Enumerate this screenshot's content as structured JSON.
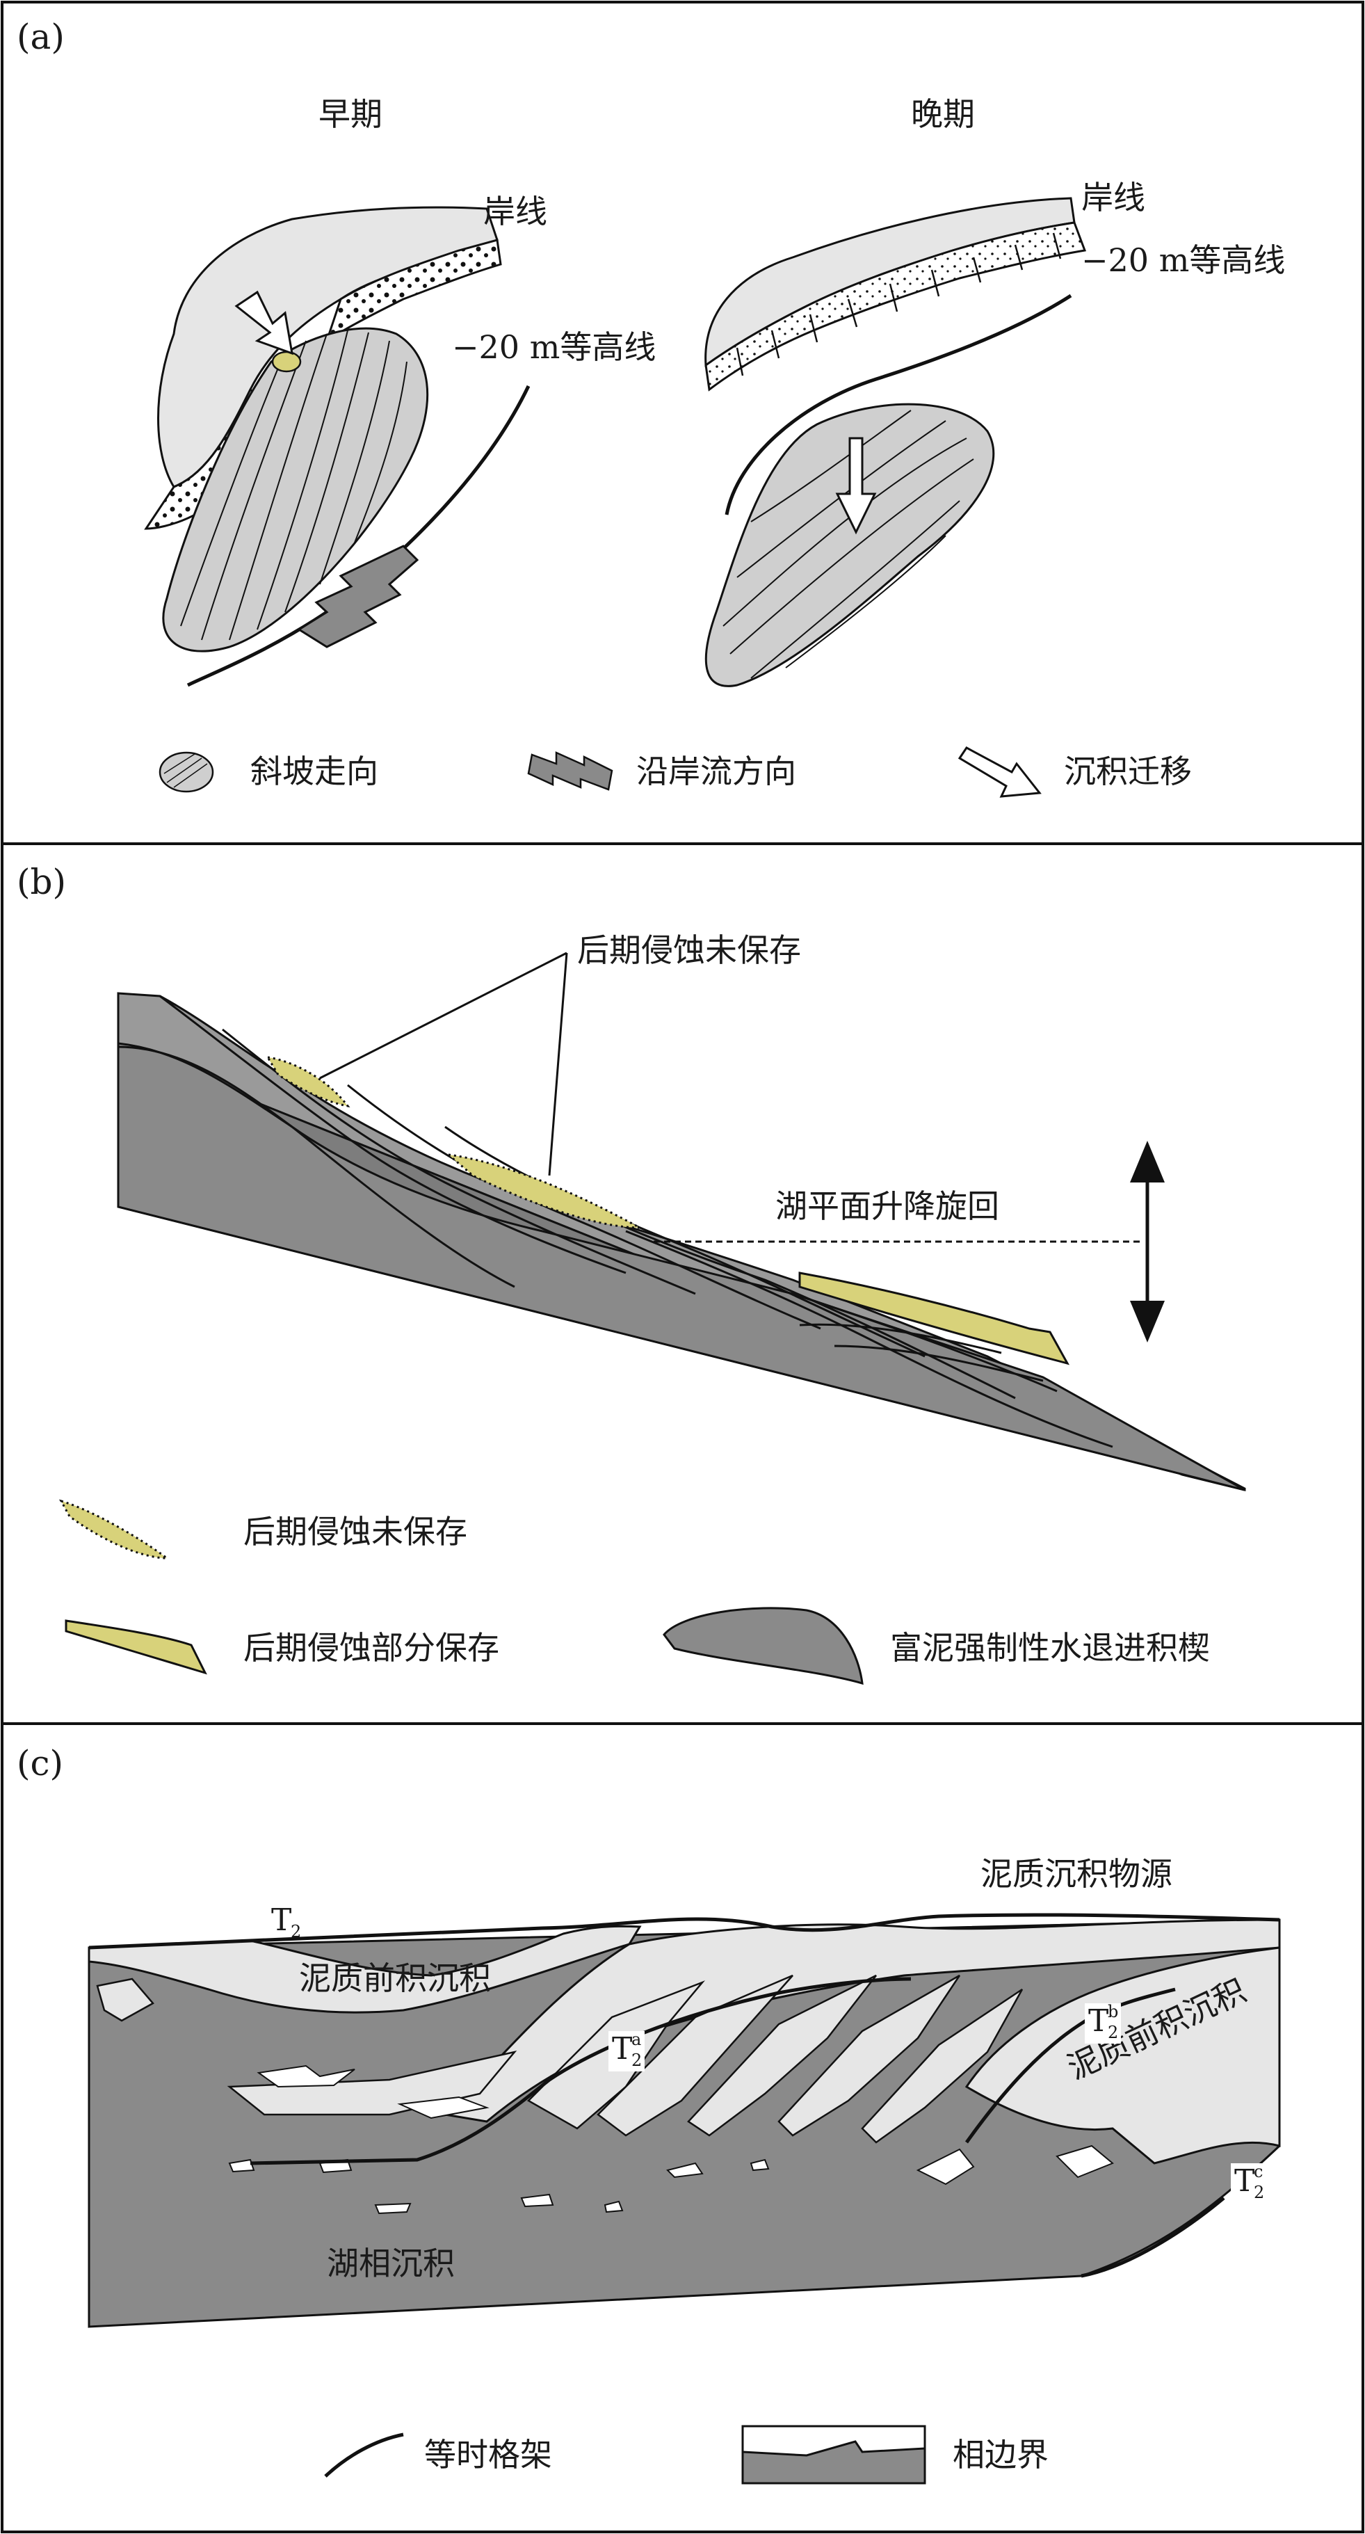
{
  "panel_a": {
    "tag": "(a)",
    "early_title": "早期",
    "late_title": "晚期",
    "shoreline_early": "岸线",
    "contour_early": "−20 m等高线",
    "shoreline_late": "岸线",
    "contour_late": "−20 m等高线",
    "legend": {
      "slope": "斜坡走向",
      "longshore": "沿岸流方向",
      "migration": "沉积迁移"
    }
  },
  "panel_b": {
    "tag": "(b)",
    "callout": "后期侵蚀未保存",
    "lake_level": "湖平面升降旋回",
    "legend": {
      "eroded": "后期侵蚀未保存",
      "partial": "后期侵蚀部分保存",
      "wedge": "富泥强制性水退进积楔"
    }
  },
  "panel_c": {
    "tag": "(c)",
    "source": "泥质沉积物源",
    "t2": "T",
    "t2_sub": "2",
    "prograde_left": "泥质前积沉积",
    "prograde_right": "泥质前积沉积",
    "t2a_sup": "a",
    "t2b_sup": "b",
    "t2c_sup": "c",
    "lake": "湖相沉积",
    "legend": {
      "isochron": "等时格架",
      "boundary": "相边界"
    }
  },
  "colors": {
    "dark_gray": "#8a8a8a",
    "light_gray": "#e6e6e6",
    "yellow": "#d8d27a",
    "line": "#111111"
  }
}
